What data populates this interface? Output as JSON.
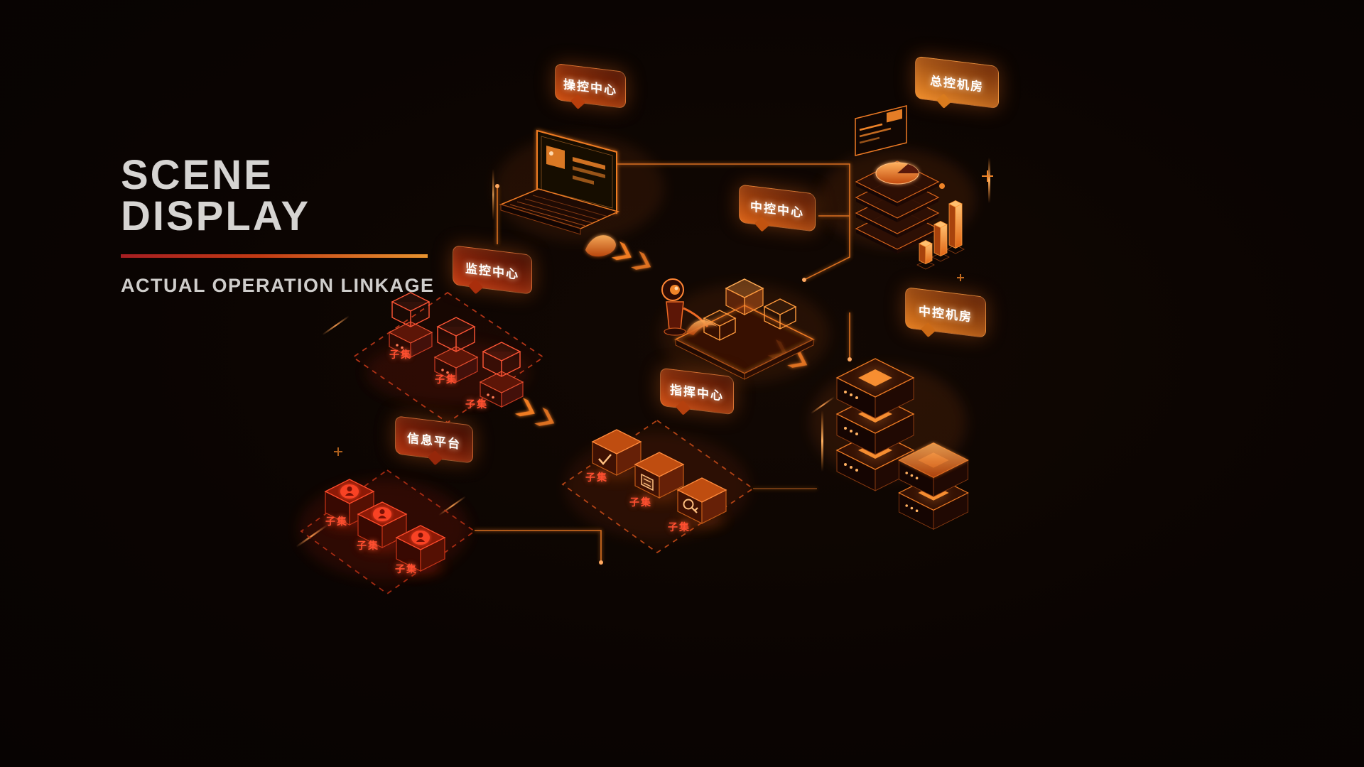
{
  "colors": {
    "background": "#0a0402",
    "accent_orange": "#f08428",
    "accent_red": "#c0272d",
    "title_text": "#d6d4d2",
    "callout_text": "#ffffff",
    "subset_text": "#ff4f30"
  },
  "header": {
    "title": "SCENE DISPLAY",
    "subtitle": "ACTUAL OPERATION LINKAGE"
  },
  "callouts": [
    {
      "id": "operation-center",
      "label": "操控中心"
    },
    {
      "id": "master-control-room",
      "label": "总控机房"
    },
    {
      "id": "central-control-center",
      "label": "中控中心"
    },
    {
      "id": "monitoring-center",
      "label": "监控中心"
    },
    {
      "id": "central-control-room",
      "label": "中控机房"
    },
    {
      "id": "command-center",
      "label": "指挥中心"
    },
    {
      "id": "information-platform",
      "label": "信息平台"
    }
  ],
  "clusters": [
    {
      "id": "monitoring-subsets",
      "items": [
        "子集",
        "子集",
        "子集"
      ]
    },
    {
      "id": "information-subsets",
      "items": [
        "子集",
        "子集",
        "子集"
      ]
    },
    {
      "id": "command-subsets",
      "items": [
        "子集",
        "子集",
        "子集"
      ]
    }
  ]
}
